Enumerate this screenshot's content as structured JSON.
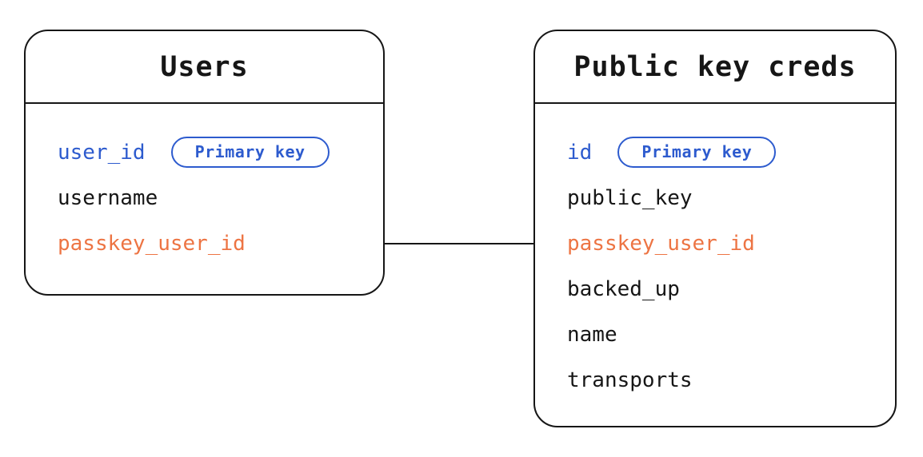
{
  "diagram": {
    "type": "entity-relationship",
    "colors": {
      "line_black": "#161616",
      "text_black": "#161616",
      "primary_key_blue": "#2d5bce",
      "foreign_key_orange": "#ed7443",
      "background": "#ffffff"
    },
    "tables": [
      {
        "title": "Users",
        "fields": [
          {
            "label": "user_id",
            "color": "primary_key_blue",
            "badge": "Primary key"
          },
          {
            "label": "username",
            "color": "text_black"
          },
          {
            "label": "passkey_user_id",
            "color": "foreign_key_orange"
          }
        ]
      },
      {
        "title": "Public key creds",
        "fields": [
          {
            "label": "id",
            "color": "primary_key_blue",
            "badge": "Primary key"
          },
          {
            "label": "public_key",
            "color": "text_black"
          },
          {
            "label": "passkey_user_id",
            "color": "foreign_key_orange"
          },
          {
            "label": "backed_up",
            "color": "text_black"
          },
          {
            "label": "name",
            "color": "text_black"
          },
          {
            "label": "transports",
            "color": "text_black"
          }
        ]
      }
    ],
    "relationship": {
      "from_table": "Users",
      "from_field": "passkey_user_id",
      "to_table": "Public key creds",
      "to_field": "passkey_user_id",
      "style": "straight-line"
    }
  }
}
